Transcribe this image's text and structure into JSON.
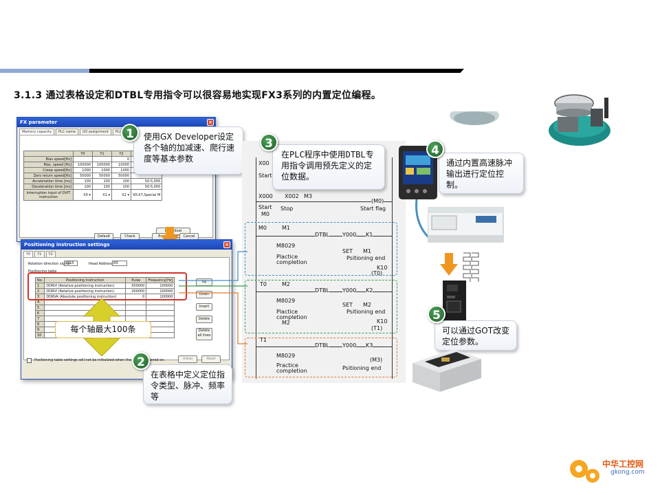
{
  "title": "3.1.3 通过表格设定和DTBL专用指令可以很容易地实现FX3系列的内置定位编程。",
  "fx_window": {
    "title": "FX parameter",
    "tabs": [
      "Memory capacity",
      "PLC name",
      "I/O assignment",
      "PLC system(1)"
    ],
    "columns": [
      "",
      "Y0",
      "Y1",
      "Y2"
    ],
    "rows": [
      {
        "label": "Bias speed[Hz]",
        "values": [
          "",
          "",
          "0"
        ]
      },
      {
        "label": "Max. speed [Hz]",
        "values": [
          "100000",
          "100000",
          "10000"
        ]
      },
      {
        "label": "Creep speed[Hz]",
        "values": [
          "1000",
          "1000",
          "1000"
        ]
      },
      {
        "label": "Zero return speed[Hz]",
        "values": [
          "50000",
          "50000",
          "50000"
        ]
      },
      {
        "label": "Acceleration time [ms]",
        "values": [
          "100",
          "100",
          "100"
        ]
      },
      {
        "label": "Deceleration time [ms]",
        "values": [
          "100",
          "100",
          "100"
        ]
      }
    ],
    "extra_col": [
      "",
      "",
      "",
      "",
      "50-5,000",
      "50-5,000"
    ],
    "interrupt_label": "Interruption input of DVIT instruction",
    "interrupt_values": [
      "X0",
      "X1",
      "X2"
    ],
    "interrupt_extra": "X0-X7,Special M",
    "individual_button": "Individual setting...",
    "buttons": [
      "Default",
      "Check",
      "End",
      "Cancel"
    ]
  },
  "pos_window": {
    "title": "Positioning instruction settings",
    "tabs": [
      "Y0",
      "Y1",
      "Y2"
    ],
    "rotation_label": "Rotation direction signal",
    "rotation_value": "Y010",
    "head_label": "Head Address",
    "head_value": "R0",
    "table_label": "Positioning table",
    "columns": [
      "No.",
      "Positioning Instruction",
      "Pulse",
      "Frequency[Hz]"
    ],
    "rows": [
      {
        "no": "1",
        "instr": "DDRVI (Relative positioning instruction)",
        "pulse": "500000",
        "freq": "100000"
      },
      {
        "no": "2",
        "instr": "DDRVI (Relative positioning instruction)",
        "pulse": "200000",
        "freq": "100000"
      },
      {
        "no": "3",
        "instr": "DDRVA (Absolute positioning instruction)",
        "pulse": "0",
        "freq": "100000"
      },
      {
        "no": "4",
        "instr": "",
        "pulse": "",
        "freq": ""
      },
      {
        "no": "5",
        "instr": "",
        "pulse": "",
        "freq": ""
      },
      {
        "no": "6",
        "instr": "",
        "pulse": "",
        "freq": ""
      },
      {
        "no": "7",
        "instr": "",
        "pulse": "",
        "freq": ""
      },
      {
        "no": "8",
        "instr": "",
        "pulse": "",
        "freq": ""
      },
      {
        "no": "9",
        "instr": "",
        "pulse": "",
        "freq": ""
      },
      {
        "no": "10",
        "instr": "",
        "pulse": "",
        "freq": ""
      }
    ],
    "side_buttons": [
      "Up",
      "Down",
      "Insert",
      "Delete",
      "Delete all lines"
    ],
    "checkbox_label": "Positioning table settings will not be initialized when the PLC is powered on.",
    "bottom_buttons": [
      "Initial",
      "Read"
    ]
  },
  "count_note": "每个轴最大100条",
  "callouts": [
    {
      "num": "1",
      "text": "使用GX Developer设定各个轴的加减速、爬行速度等基本参数"
    },
    {
      "num": "2",
      "text": "在表格中定义定位指令类型、脉冲、频率等"
    },
    {
      "num": "3",
      "text": "在PLC程序中使用DTBL专用指令调用预先定义的定位数据。"
    },
    {
      "num": "4",
      "text": "通过内置高速脉冲输出进行定位控制。"
    },
    {
      "num": "5",
      "text": "可以通过GOT改变定位参数。"
    }
  ],
  "ladder": {
    "x000": "X00",
    "start": "Start",
    "x000b": "X000",
    "x002": "X002",
    "m3": "M3",
    "m0out": "(M0)",
    "start2": "Start",
    "stop": "Stop",
    "start_flag": "Start flag",
    "m0": "M0",
    "b1": {
      "contact": "M0",
      "m": "M1",
      "dtbl": "DTBL",
      "y": "Y000",
      "k": "K1",
      "m8029": "M8029",
      "set": "SET",
      "setm": "M1",
      "pc": "Plactice",
      "pc2": "completion",
      "pe": "Psitioning end",
      "k10": "K10",
      "t": "(T0)"
    },
    "b2": {
      "contact": "T0",
      "m": "M2",
      "dtbl": "DTBL",
      "y": "Y000",
      "k": "K2",
      "m8029": "M8029",
      "set": "SET",
      "setm": "M2",
      "pc": "Plactice",
      "pc2": "completion",
      "pe": "Psitioning end",
      "m2": "M2",
      "k10": "K10",
      "t": "(T1)"
    },
    "b3": {
      "contact": "T1",
      "dtbl": "DTBL",
      "y": "Y000",
      "k": "K3",
      "m8029": "M8029",
      "m3": "(M3)",
      "pc": "Practice",
      "pc2": "completion",
      "pe": "Psitioning end"
    }
  },
  "logo": {
    "name": "中华工控网",
    "url": "gkong.com"
  },
  "colors": {
    "badge": "#2e7d32",
    "blue_box": "#3e8fc6",
    "green_box": "#3a9a54",
    "orange_box": "#e07b32",
    "highlight": "#d0302a",
    "arrow_yellow": "#d8d02a",
    "arrow_orange": "#f0961e"
  }
}
